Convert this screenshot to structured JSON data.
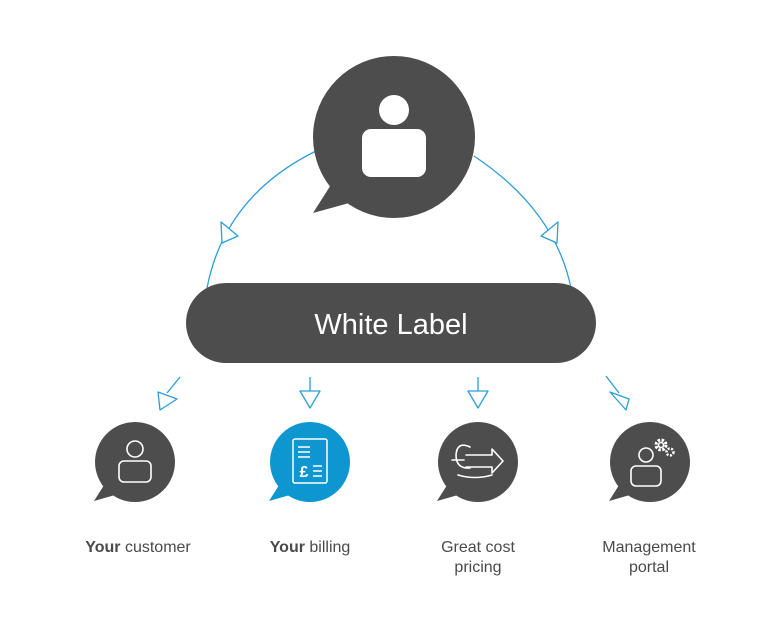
{
  "title": "White Label",
  "colors": {
    "dark": "#4d4d4d",
    "accent": "#0d96cf",
    "line": "#2a9fd6",
    "text": "#4a4a4a"
  },
  "top_node": {
    "icon": "user-icon"
  },
  "items": [
    {
      "icon": "user-icon",
      "bold": "Your",
      "rest": " customer",
      "highlight": false
    },
    {
      "icon": "invoice-pound-icon",
      "bold": "Your",
      "rest": " billing",
      "highlight": true
    },
    {
      "icon": "cost-arrow-icon",
      "line1": "Great cost",
      "line2": "pricing",
      "highlight": false
    },
    {
      "icon": "user-gears-icon",
      "line1": "Management",
      "line2": "portal",
      "highlight": false
    }
  ]
}
